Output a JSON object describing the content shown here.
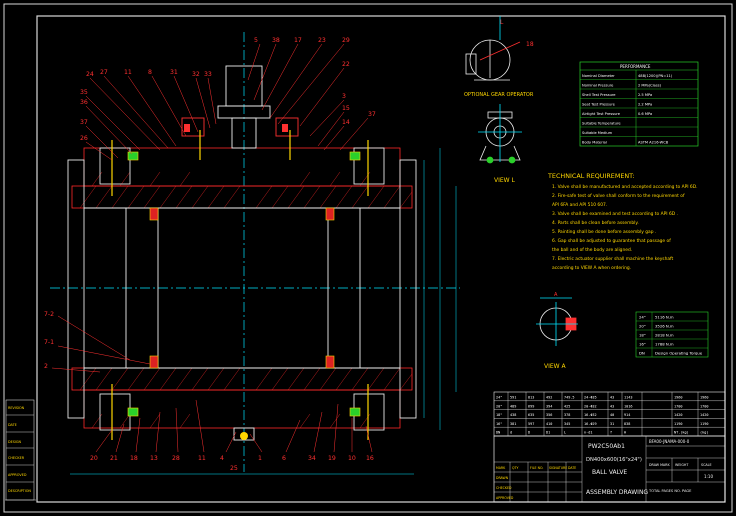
{
  "part_labels_top": [
    "5",
    "38",
    "17",
    "23",
    "29",
    "22",
    "3",
    "15",
    "14",
    "37",
    "35",
    "36",
    "37",
    "26",
    "24",
    "27",
    "11",
    "8",
    "31",
    "32",
    "33"
  ],
  "part_labels_bottom": [
    "20",
    "21",
    "18",
    "13",
    "28",
    "11",
    "4",
    "25",
    "1",
    "6",
    "34",
    "19",
    "10",
    "16"
  ],
  "part_labels_left": [
    "7-2",
    "7-1",
    "2"
  ],
  "view_labels": {
    "gear_operator": "OPTIONAL GEAR OPERATOR",
    "view_l": "VIEW L",
    "view_a": "VIEW A",
    "l_mark": "L",
    "a_mark": "A",
    "ref_18": "18"
  },
  "performance_table": {
    "title": "PERFORMANCE",
    "rows": [
      [
        "Nominal Diameter",
        "48B(1200)(PN=11)"
      ],
      [
        "Nominal Pressure",
        "2 MPa(Class)"
      ],
      [
        "Shell Test Pressure",
        "2.5 MPa"
      ],
      [
        "Seat Test Pressure",
        "2.2 MPa"
      ],
      [
        "Airtight Test Pressure",
        "0.6 MPa"
      ],
      [
        "Suitable Temperature",
        ""
      ],
      [
        "Suitable Medium",
        ""
      ],
      [
        "Body Material",
        "ASTM A216-WCB"
      ]
    ]
  },
  "technical_requirement": {
    "title": "TECHNICAL REQUIREMENT:",
    "items": [
      "1. Valve shall be manufactured and accepted according to API 6D.",
      "2. Fire-safe test of valve shall conform to the requirement of",
      "   API 6FA and API 510 607.",
      "3. Valve shall be examined and test according to API 6D .",
      "4. Parts shall be clean before assembly.",
      "5. Painting shall be done before assembly gap .",
      "6. Gap shall be adjusted to guarantee that passage of",
      "   the ball and of the body are aligned.",
      "7. Electric actuator supplier shall machine the keyshaft",
      "   according to VIEW A when ordering."
    ]
  },
  "torque_table": {
    "rows": [
      [
        "24\"",
        "5116 N.m"
      ],
      [
        "20\"",
        "3526 N.m"
      ],
      [
        "18\"",
        "2818 N.m"
      ],
      [
        "16\"",
        "1788 N.m"
      ],
      [
        "DN",
        "Design Operating Torque"
      ]
    ]
  },
  "dimension_table": {
    "rows": [
      [
        "24\"",
        "591",
        "813",
        "492",
        "749.5",
        "24-Φ35",
        "43",
        "1143",
        "",
        "1960",
        "1960"
      ],
      [
        "20\"",
        "489",
        "699",
        "394",
        "425",
        "20-Φ32",
        "43",
        "1016",
        "",
        "1700",
        "1700"
      ],
      [
        "18\"",
        "438",
        "635",
        "356",
        "378",
        "16-Φ32",
        "40",
        "914",
        "",
        "1420",
        "1420"
      ],
      [
        "16\"",
        "381",
        "597",
        "410",
        "345",
        "16-Φ29",
        "31",
        "838",
        "",
        "1190",
        "1190"
      ],
      [
        "DN",
        "d",
        "D",
        "D1",
        "L",
        "n-d1",
        "f",
        "H",
        "",
        "NT.(kg)",
        "(kg)"
      ]
    ]
  },
  "title_block": {
    "model": "PW2C50Ab1",
    "spec": "DN400x600(16\"x24\")",
    "name": "BALL VALVE",
    "drawing": "ASSEMBLY DRAWING",
    "code": "BFA00-JNAMA-000-0",
    "headers": [
      "MARK",
      "QTY",
      "FILE NO.",
      "SIGNATURE",
      "DATE"
    ],
    "roles": [
      "DRAWN",
      "CHECKED",
      "APPROVED"
    ],
    "right_headers": [
      "DRAW MARK",
      "WEIGHT",
      "SCALE"
    ],
    "scale": "1:10",
    "sheet": "TOTAL   PAGES   NO.  PAGE"
  },
  "left_strip": [
    "REVISION",
    "DATE",
    "DESIGN",
    "CHECKER",
    "APPROVED",
    "DESCRIPTION"
  ]
}
